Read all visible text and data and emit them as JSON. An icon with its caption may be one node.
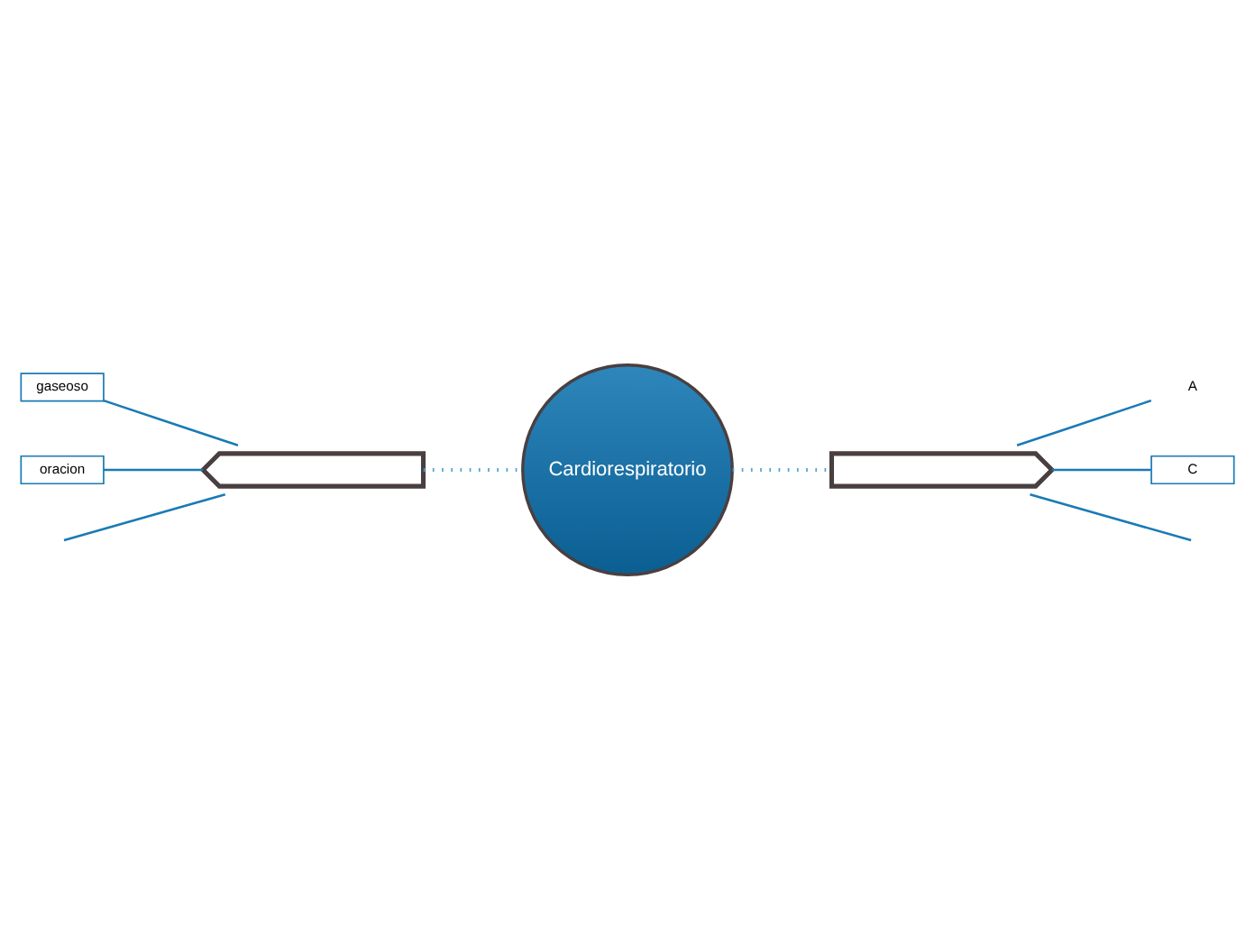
{
  "diagram": {
    "nodes": [
      {
        "text": [
          "Cardiorespiratorio"
        ]
      },
      {
        "text": [],
        "shape": "pentagon"
      },
      {
        "text": [],
        "shape": "pentagon"
      },
      {
        "text": [
          "gaseoso"
        ]
      },
      {
        "text": [
          "oracion"
        ]
      },
      {
        "text": [
          "A"
        ]
      },
      {
        "text": [
          "C"
        ]
      }
    ],
    "edges": [
      {
        "from": 0,
        "to": 1,
        "arrow": "none",
        "style": "dashed",
        "color": "#4fa3cf"
      },
      {
        "from": 0,
        "to": 2,
        "arrow": "none",
        "style": "dashed",
        "color": "#4fa3cf"
      },
      {
        "from": 1,
        "to": null,
        "arrow": "none"
      },
      {
        "from": 1,
        "to": 3,
        "arrow": "none"
      },
      {
        "from": 1,
        "to": 4,
        "arrow": "none"
      },
      {
        "from": 2,
        "to": 5,
        "arrow": "none"
      },
      {
        "from": 2,
        "to": 6,
        "arrow": "none"
      },
      {
        "from": 2,
        "to": null,
        "arrow": "none"
      }
    ]
  }
}
